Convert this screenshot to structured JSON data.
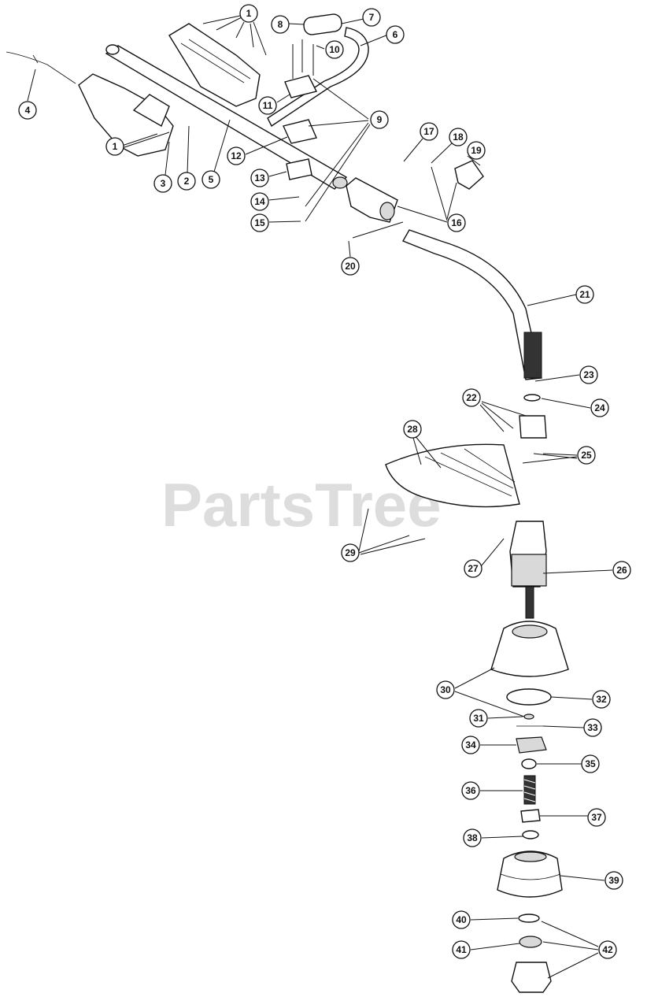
{
  "watermark": "PartsTree",
  "callouts": {
    "c1": "1",
    "c2": "2",
    "c3": "3",
    "c4": "4",
    "c5": "5",
    "c6": "6",
    "c7": "7",
    "c8": "8",
    "c9": "9",
    "c10": "10",
    "c11": "11",
    "c12": "12",
    "c13": "13",
    "c14": "14",
    "c15": "15",
    "c16": "16",
    "c17": "17",
    "c18": "18",
    "c19": "19",
    "c20": "20",
    "c21": "21",
    "c22": "22",
    "c23": "23",
    "c24": "24",
    "c25": "25",
    "c26": "26",
    "c27": "27",
    "c28": "28",
    "c29": "29",
    "c30": "30",
    "c31": "31",
    "c32": "32",
    "c33": "33",
    "c34": "34",
    "c35": "35",
    "c36": "36",
    "c37": "37",
    "c38": "38",
    "c39": "39",
    "c40": "40",
    "c41": "41",
    "c42": "42"
  }
}
